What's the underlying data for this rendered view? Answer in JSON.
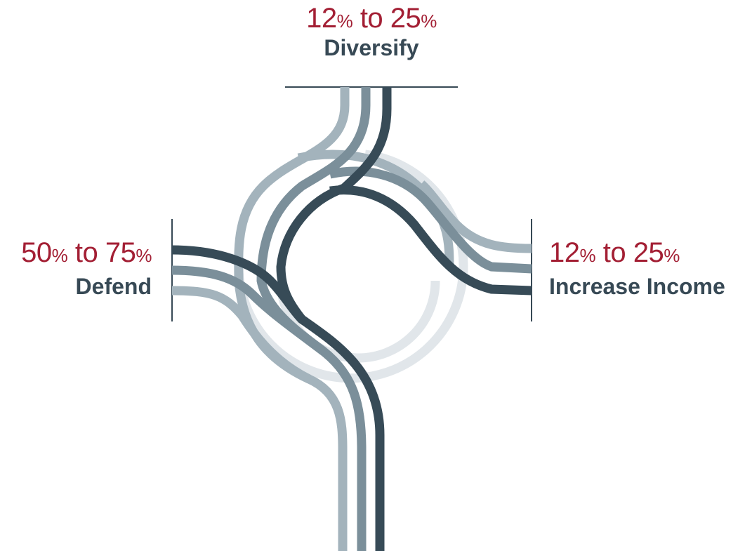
{
  "colors": {
    "accent": "#a31f34",
    "text": "#374955",
    "lane_dark": "#374b57",
    "lane_mid": "#7b8f9a",
    "lane_light": "#a3b3bc",
    "ring_faint": "#e1e6ea"
  },
  "top": {
    "range_low": "12",
    "range_high": "25",
    "pct": "%",
    "to": " to ",
    "name": "Diversify"
  },
  "left": {
    "range_low": "50",
    "range_high": "75",
    "pct": "%",
    "to": " to ",
    "name": "Defend"
  },
  "right": {
    "range_low": "12",
    "range_high": "25",
    "pct": "%",
    "to": " to ",
    "name": "Increase Income"
  }
}
